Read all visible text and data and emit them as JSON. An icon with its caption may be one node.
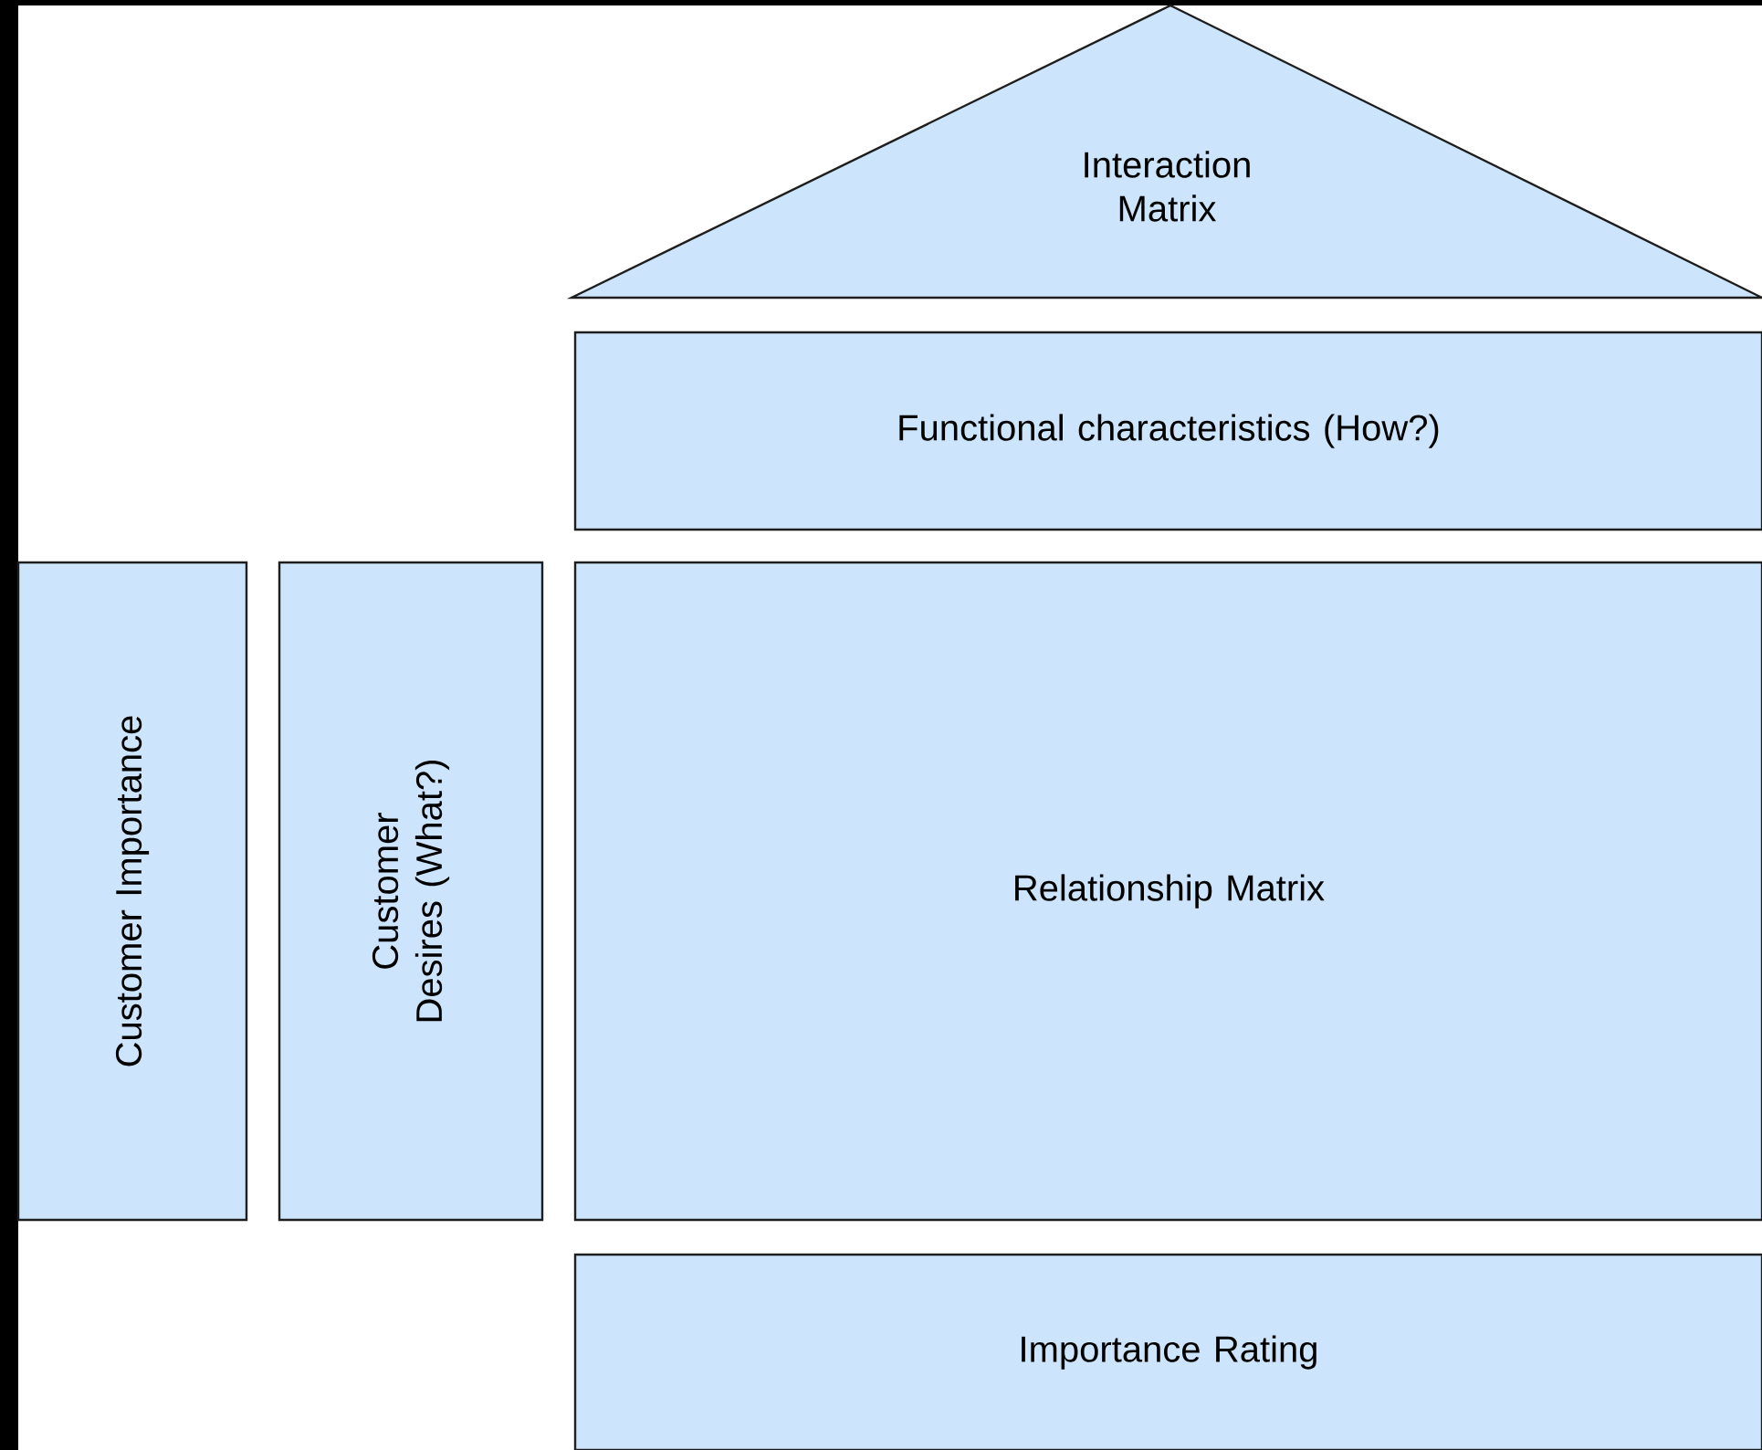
{
  "diagram": {
    "nodes": [
      {
        "text": [
          "Interaction Matrix"
        ]
      },
      {
        "text": [
          "Functional characteristics (How?)"
        ]
      },
      {
        "text": [
          "Customer Importance"
        ]
      },
      {
        "text": [
          "Customer Desires (What?)"
        ]
      },
      {
        "text": [
          "Relationship Matrix"
        ]
      },
      {
        "text": [
          "Importance Rating"
        ]
      }
    ]
  }
}
